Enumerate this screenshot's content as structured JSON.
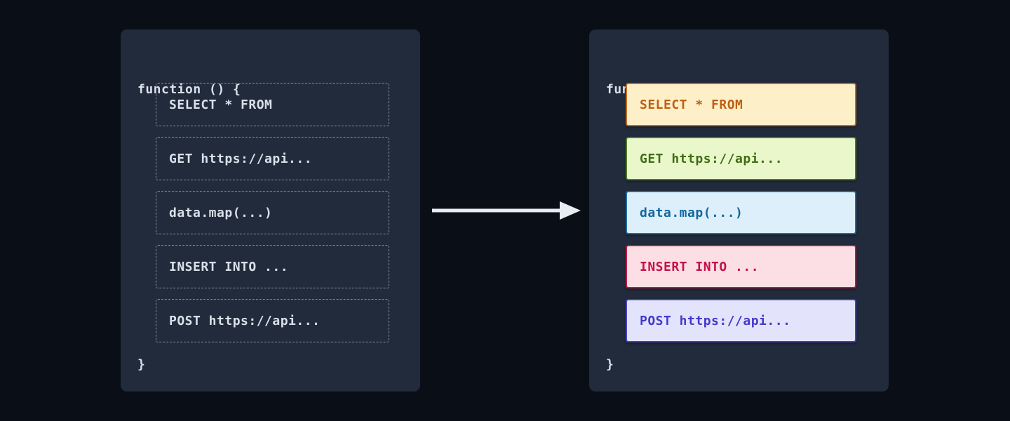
{
  "left_panel": {
    "header": "function () {",
    "footer": "}",
    "items": [
      {
        "label": "SELECT * FROM"
      },
      {
        "label": "GET https://api..."
      },
      {
        "label": "data.map(...)"
      },
      {
        "label": "INSERT INTO ..."
      },
      {
        "label": "POST https://api..."
      }
    ]
  },
  "right_panel": {
    "header": "function () {",
    "footer": "}",
    "items": [
      {
        "label": "SELECT * FROM",
        "type": "sql-select",
        "bg": "#fdf0c8",
        "border": "#c8691d",
        "text": "#c05e15"
      },
      {
        "label": "GET https://api...",
        "type": "http-get",
        "bg": "#e9f7ca",
        "border": "#4c7d20",
        "text": "#3f6e14"
      },
      {
        "label": "data.map(...)",
        "type": "js-map",
        "bg": "#ddeffb",
        "border": "#1b6fa5",
        "text": "#10679d"
      },
      {
        "label": "INSERT INTO ...",
        "type": "sql-insert",
        "bg": "#fcdfe4",
        "border": "#c01944",
        "text": "#c50f4b"
      },
      {
        "label": "POST https://api...",
        "type": "http-post",
        "bg": "#e3e4fb",
        "border": "#4840c8",
        "text": "#4538cb"
      }
    ]
  },
  "arrow": {
    "color": "#e8ecf3"
  },
  "colors": {
    "page_bg": "#0a0e17",
    "panel_bg": "#212b3b",
    "panel_text": "#d9e0e9",
    "dashed_border": "#8a93a3"
  }
}
